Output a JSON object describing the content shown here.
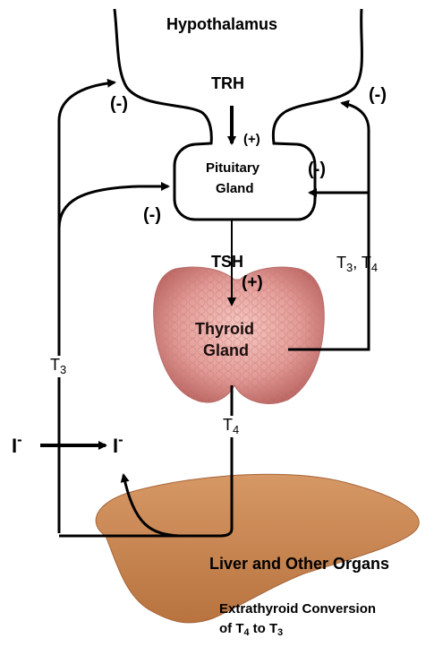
{
  "labels": {
    "hypothalamus": "Hypothalamus",
    "trh": "TRH",
    "pituitary_line1": "Pituitary",
    "pituitary_line2": "Gland",
    "tsh": "TSH",
    "thyroid_line1": "Thyroid",
    "thyroid_line2": "Gland",
    "liver": "Liver and Other Organs",
    "conversion_line1": "Extrathyroid Conversion",
    "conversion_prefix": "of T",
    "conversion_mid": " to T",
    "conversion_sub1": "4",
    "conversion_sub2": "3",
    "plus": "(+)",
    "minus": "(-)",
    "t_letter": "T",
    "sub3": "3",
    "sub4": "4",
    "t3t4_comma": ", ",
    "iodide_letter": "I",
    "iodide_sup": "-"
  },
  "colors": {
    "liver": "#c8824c",
    "thyroid": "#e39c97",
    "line": "#000000"
  }
}
